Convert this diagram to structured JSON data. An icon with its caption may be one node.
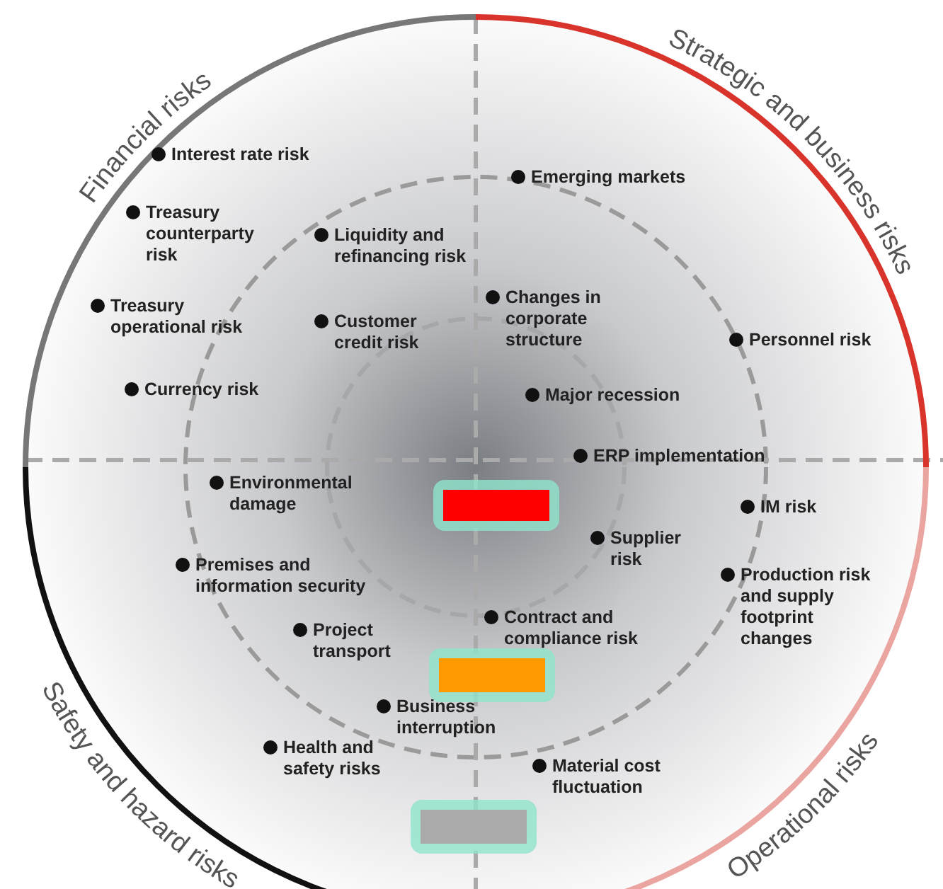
{
  "diagram": {
    "labels": [
      "Financial risks",
      "Strategic and business risks",
      "Interest rate risk",
      "Emerging markets",
      "Treasury counterparty risk",
      "Liquidity and refinancing risk",
      "Changes in corporate structure",
      "Treasury operational risk",
      "Customer credit risk",
      "Personnel risk",
      "Currency risk",
      "Major recession",
      "ERP implementation",
      "Environmental damage",
      "IM risk",
      "Supplier risk",
      "Premises and information security",
      "Production risk and supply footprint changes",
      "Project transport",
      "Contract and compliance risk",
      "Business interruption",
      "Health and safety risks",
      "Material cost fluctuation",
      "Safety and hazard risks",
      "Operational risks"
    ]
  }
}
